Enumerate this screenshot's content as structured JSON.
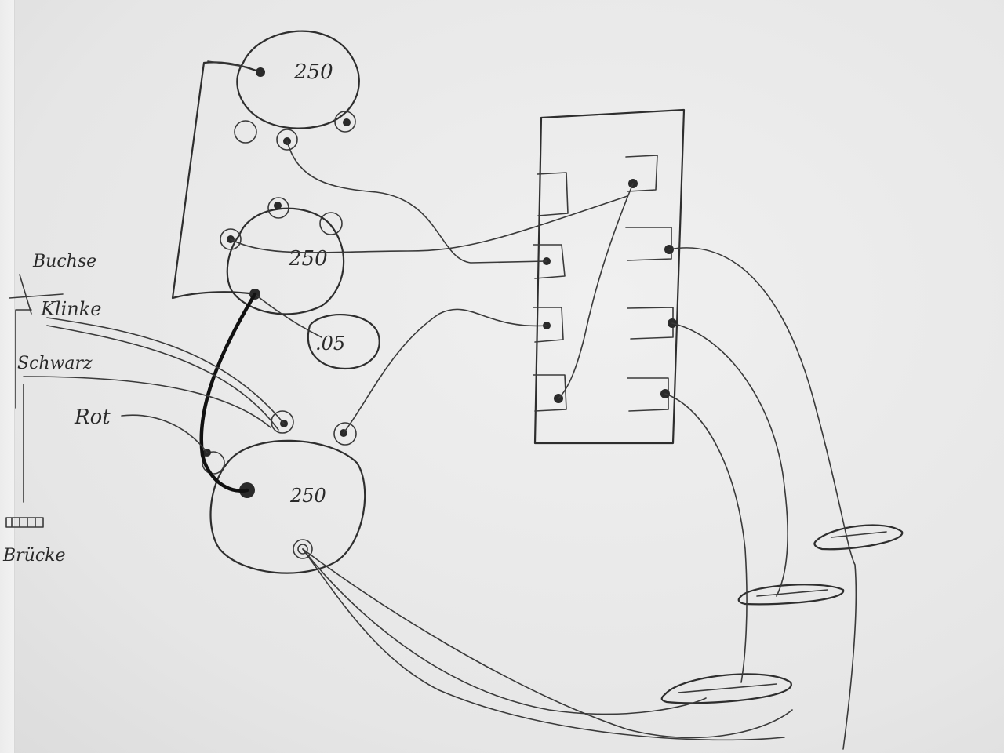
{
  "potentiometers": [
    {
      "id": "pot-1",
      "value": "250"
    },
    {
      "id": "pot-2",
      "value": "250"
    },
    {
      "id": "pot-3",
      "value": "250"
    }
  ],
  "capacitor": {
    "value": ".05"
  },
  "labels": {
    "buchse": "Buchse",
    "klinke": "Klinke",
    "schwarz": "Schwarz",
    "rot": "Rot",
    "bruecke": "Brücke"
  }
}
